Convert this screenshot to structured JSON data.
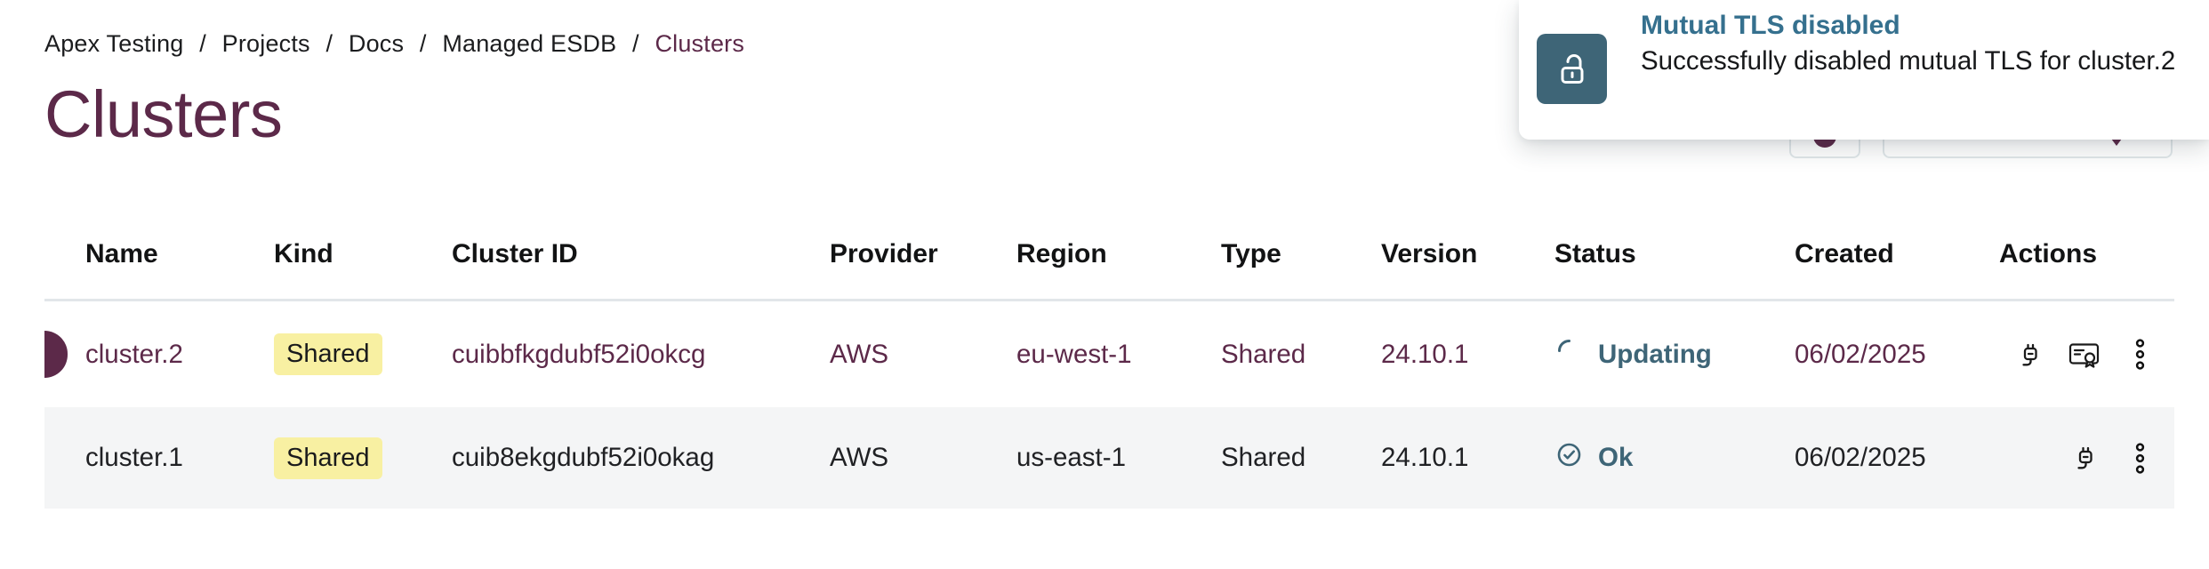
{
  "breadcrumb": {
    "separator": "/",
    "items": [
      "Apex Testing",
      "Projects",
      "Docs",
      "Managed ESDB",
      "Clusters"
    ]
  },
  "page": {
    "title": "Clusters"
  },
  "toast": {
    "title": "Mutual TLS disabled",
    "message": "Successfully disabled mutual TLS for cluster.2",
    "icon": "unlock-icon"
  },
  "table": {
    "columns": [
      "Name",
      "Kind",
      "Cluster ID",
      "Provider",
      "Region",
      "Type",
      "Version",
      "Status",
      "Created",
      "Actions"
    ],
    "rows": [
      {
        "name": "cluster.2",
        "kind": "Shared",
        "cluster_id": "cuibbfkgdubf52i0okcg",
        "provider": "AWS",
        "region": "eu-west-1",
        "type": "Shared",
        "version": "24.10.1",
        "status": {
          "label": "Updating",
          "state": "updating",
          "icon": "spinner-icon"
        },
        "created": "06/02/2025",
        "selected": true,
        "actions": [
          "connect",
          "certificate",
          "menu"
        ]
      },
      {
        "name": "cluster.1",
        "kind": "Shared",
        "cluster_id": "cuib8ekgdubf52i0okag",
        "provider": "AWS",
        "region": "us-east-1",
        "type": "Shared",
        "version": "24.10.1",
        "status": {
          "label": "Ok",
          "state": "ok",
          "icon": "check-circle-icon"
        },
        "created": "06/02/2025",
        "selected": false,
        "actions": [
          "connect",
          "menu"
        ]
      }
    ]
  },
  "colors": {
    "accent": "#5c2949",
    "teal": "#3e6577",
    "toast_title": "#35708e",
    "badge_bg": "#f8f0a2",
    "row_alt_bg": "#f4f5f6",
    "border": "#e2e6e9"
  }
}
